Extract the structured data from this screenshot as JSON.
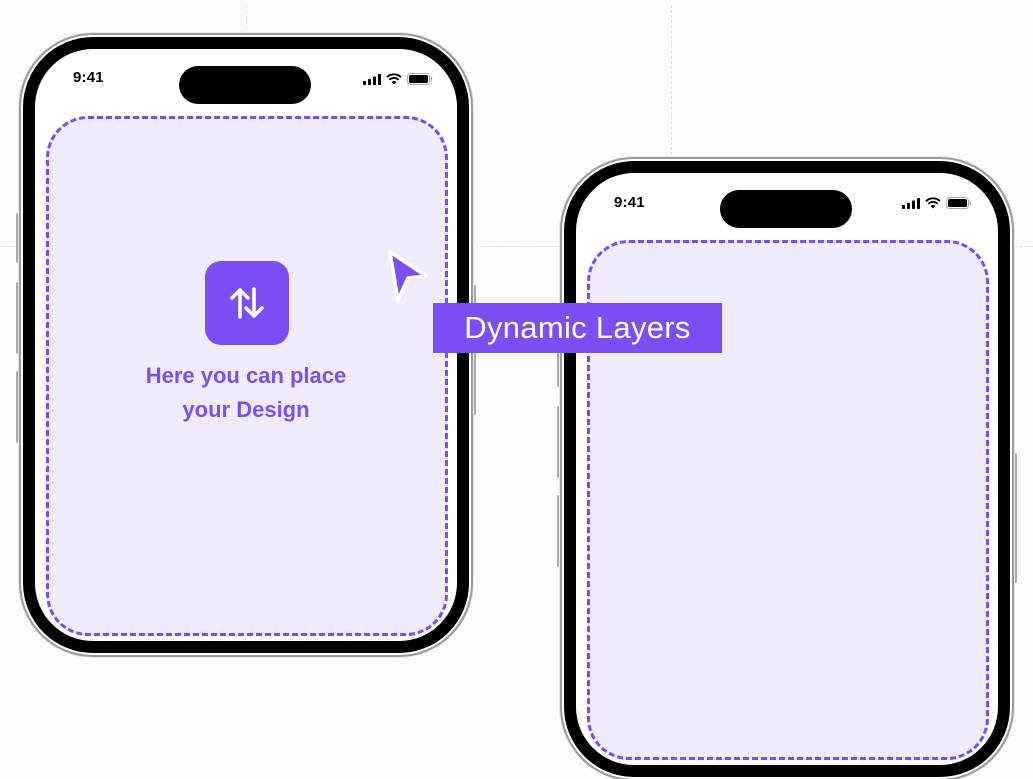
{
  "canvas": {
    "background": "#fcfcfd",
    "accent": "#7b4ff5",
    "drop_zone_fill": "#f1ecfd"
  },
  "phone_left": {
    "status_bar": {
      "time": "9:41",
      "icons": [
        "cellular-signal-icon",
        "wifi-icon",
        "battery-icon"
      ]
    },
    "placeholder": {
      "icon": "swap-vertical-arrows-icon",
      "text_line1": "Here you can place",
      "text_line2": "your Design"
    }
  },
  "phone_right": {
    "status_bar": {
      "time": "9:41",
      "icons": [
        "cellular-signal-icon",
        "wifi-icon",
        "battery-icon"
      ]
    }
  },
  "cursor_label": {
    "text": "Dynamic Layers",
    "icon": "pointer-cursor-icon"
  }
}
